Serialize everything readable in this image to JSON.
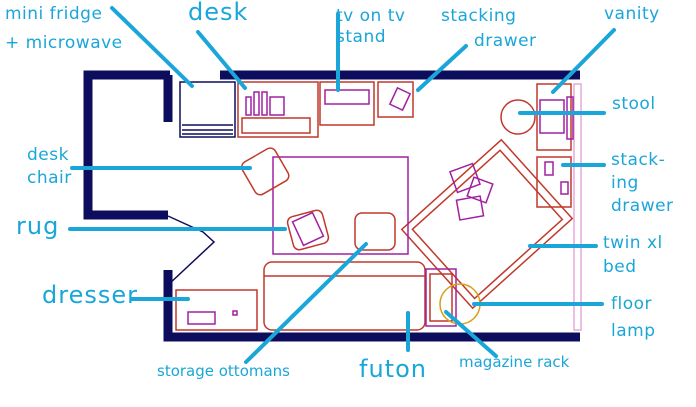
{
  "labels": {
    "mini_fridge": "mini fridge",
    "microwave": "+ microwave",
    "desk": "desk",
    "tv_line1": "tv on tv",
    "tv_line2": "stand",
    "stacking_drawer_top_1": "stacking",
    "stacking_drawer_top_2": "drawer",
    "vanity": "vanity",
    "stool": "stool",
    "desk_chair_1": "desk",
    "desk_chair_2": "chair",
    "stacking_right_1": "stack-",
    "stacking_right_2": "ing",
    "stacking_right_3": "drawer",
    "rug": "rug",
    "twin_xl_1": "twin xl",
    "twin_xl_2": "bed",
    "dresser": "dresser",
    "floor_lamp_1": "floor",
    "floor_lamp_2": "lamp",
    "storage_ottomans": "storage ottomans",
    "futon": "futon",
    "magazine_rack": "magazine rack"
  },
  "colors": {
    "wall": "#0d0d5e",
    "furniture": "#c0392b",
    "accent": "#a020a0",
    "pointer": "#1aa6d9",
    "lamp": "#d4a017"
  }
}
